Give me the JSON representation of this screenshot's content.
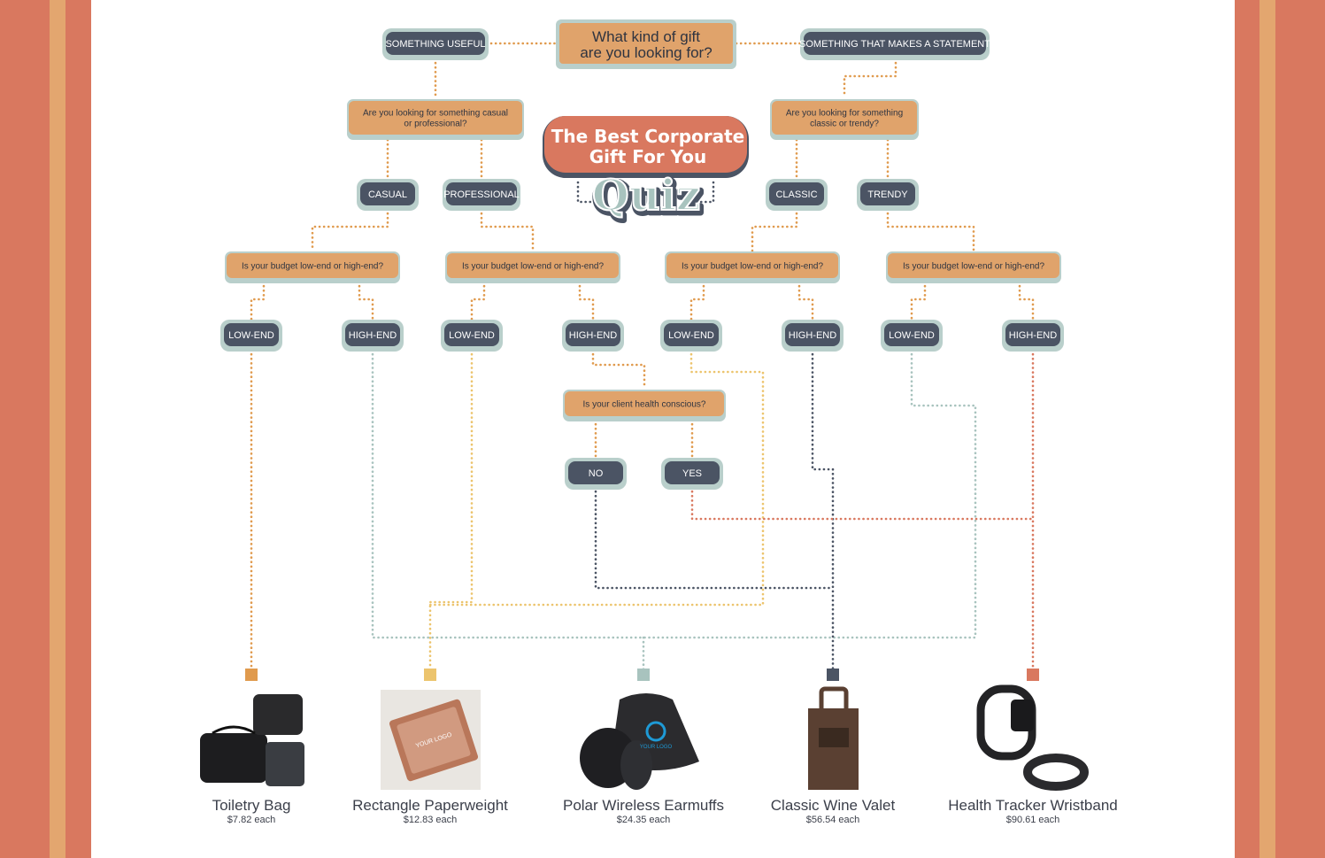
{
  "colors": {
    "coral": "#d9785f",
    "peach": "#e3a66f",
    "orange": "#e0a36b",
    "slate": "#4b5464",
    "sage": "#a8c3be",
    "sage_light": "#b9cfcb",
    "yellow": "#ecc46d",
    "orange_line": "#e09a4d",
    "white": "#ffffff"
  },
  "title": {
    "line1": "The Best Corporate",
    "line2": "Gift For You",
    "quiz": "Quiz"
  },
  "root_question": {
    "line1": "What kind of gift",
    "line2": "are you looking for?"
  },
  "answers": {
    "useful": "SOMETHING USEFUL",
    "statement": "SOMETHING THAT MAKES A STATEMENT",
    "casual": "CASUAL",
    "professional": "PROFESSIONAL",
    "classic": "CLASSIC",
    "trendy": "TRENDY",
    "low_end": "LOW-END",
    "high_end": "HIGH-END",
    "no": "NO",
    "yes": "YES"
  },
  "questions": {
    "casual_or_pro": {
      "line1": "Are you looking for something casual",
      "line2": "or professional?"
    },
    "classic_or_trendy": {
      "line1": "Are you looking for something",
      "line2": "classic or trendy?"
    },
    "budget": "Is your budget low-end or high-end?",
    "health": "Is your client health conscious?"
  },
  "products": [
    {
      "name": "Toiletry Bag",
      "price": "$7.82 each",
      "color": "#e09a4d",
      "icon": "toiletry-bag-image"
    },
    {
      "name": "Rectangle Paperweight",
      "price": "$12.83 each",
      "color": "#ecc46d",
      "icon": "paperweight-image"
    },
    {
      "name": "Polar Wireless Earmuffs",
      "price": "$24.35 each",
      "color": "#a8c3be",
      "icon": "earmuffs-image"
    },
    {
      "name": "Classic Wine Valet",
      "price": "$56.54 each",
      "color": "#4b5464",
      "icon": "wine-valet-image"
    },
    {
      "name": "Health Tracker Wristband",
      "price": "$90.61 each",
      "color": "#d9785f",
      "icon": "wristband-image"
    }
  ],
  "product_logo_text": "YOUR LOGO"
}
